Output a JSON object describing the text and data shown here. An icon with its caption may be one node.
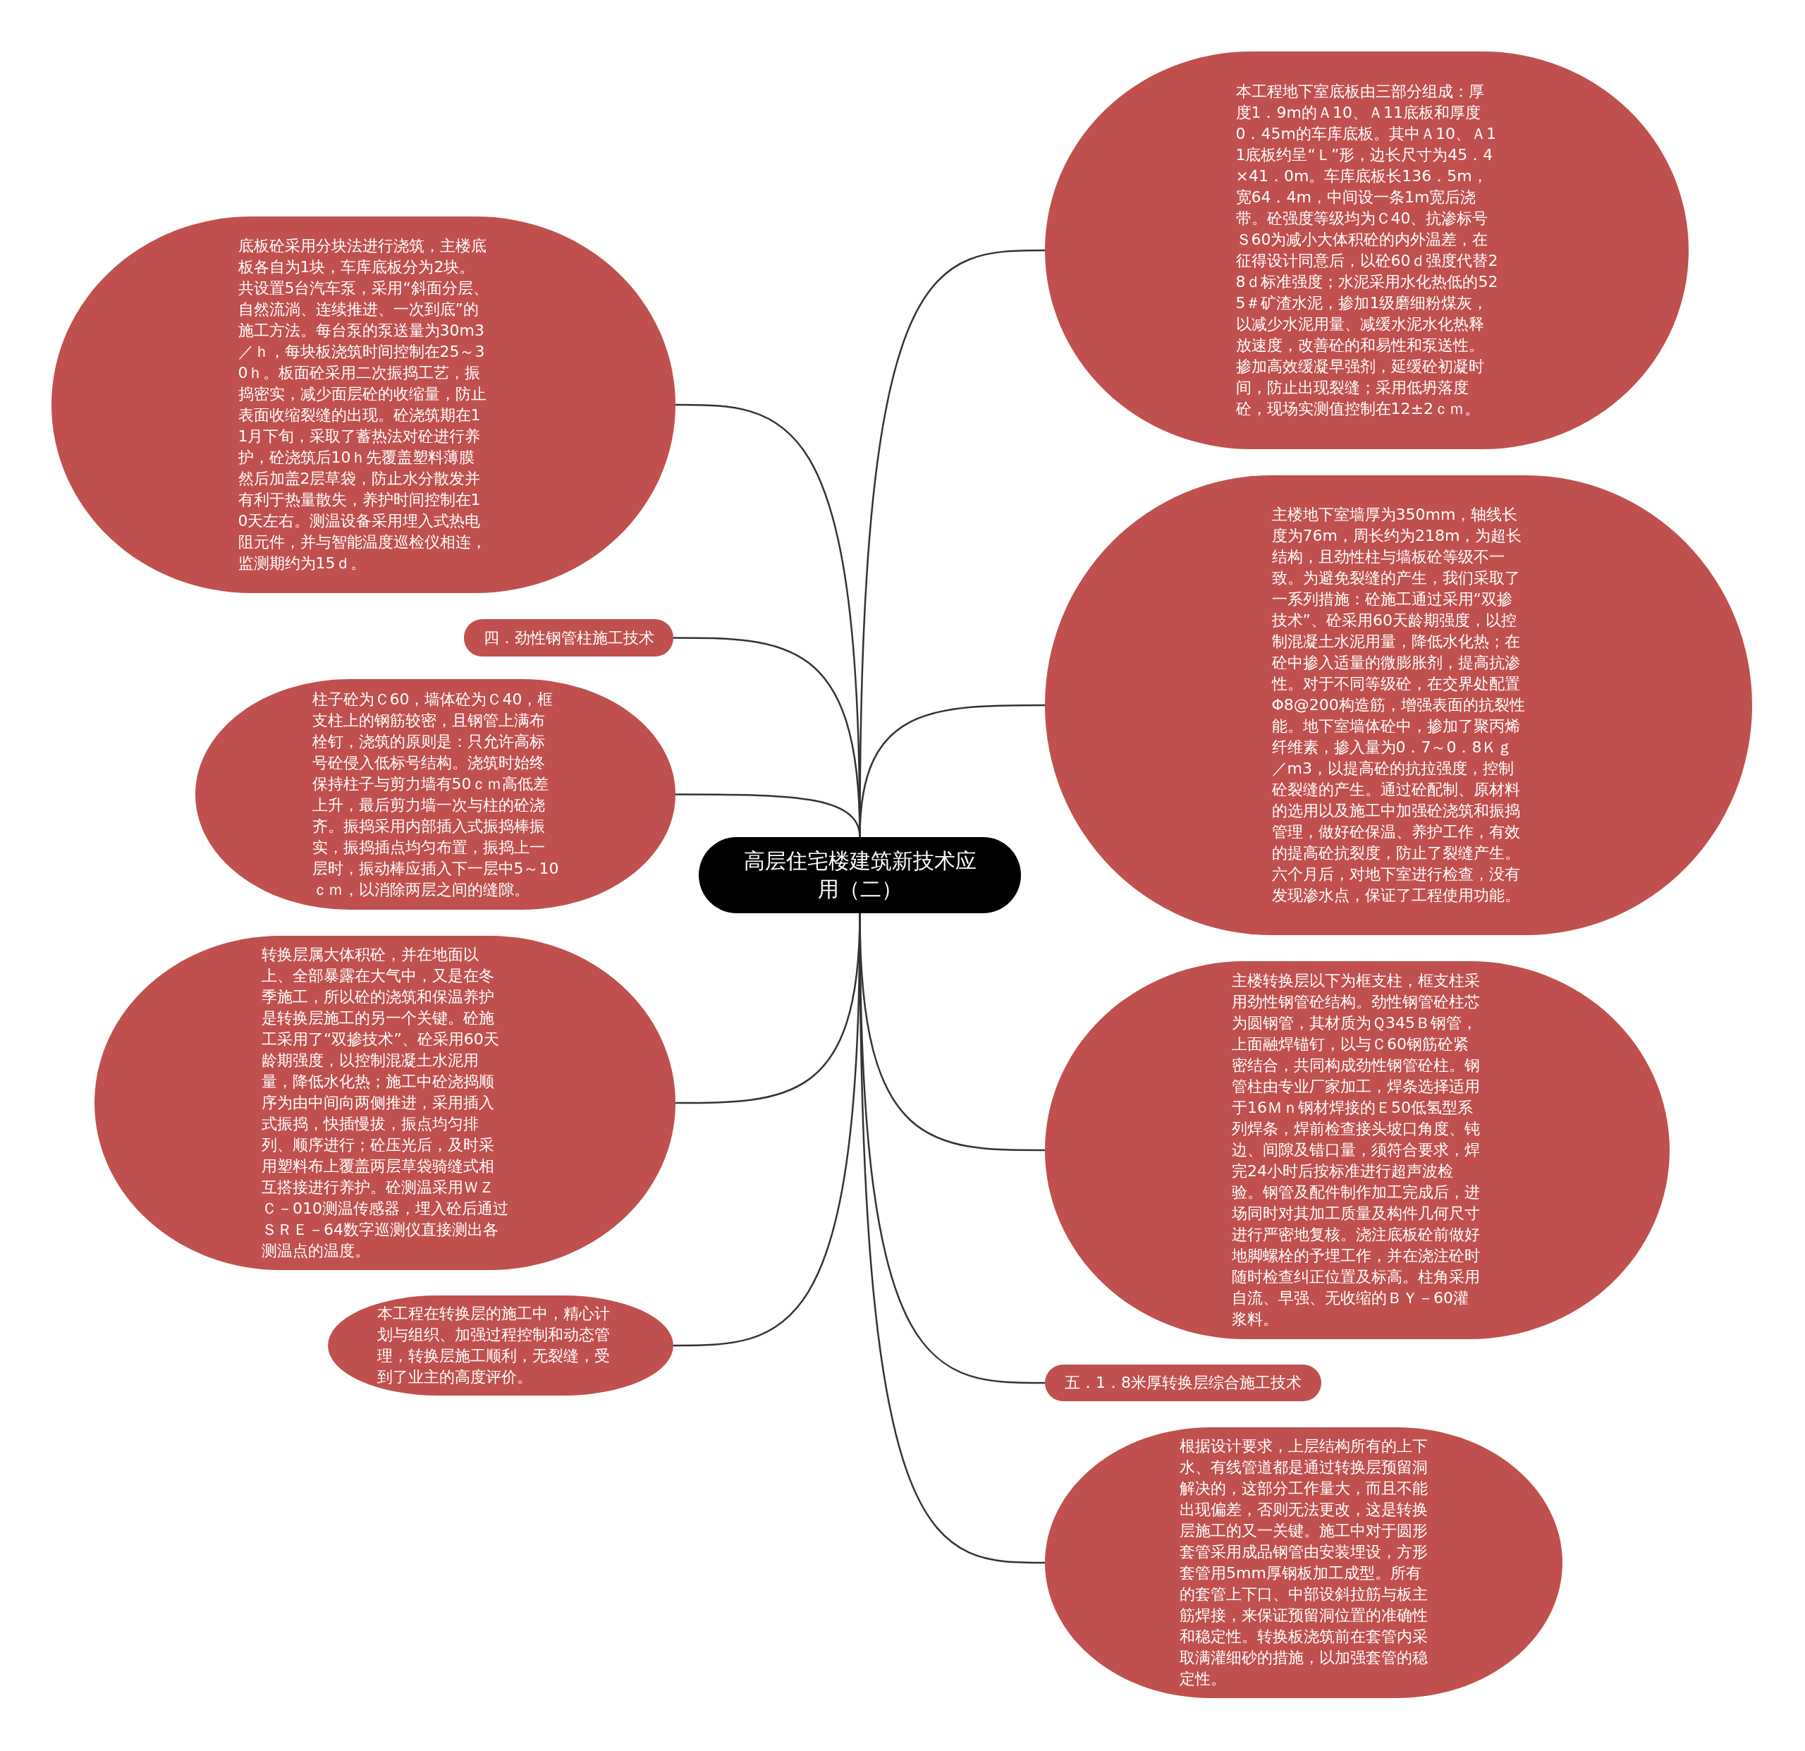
{
  "diagram": {
    "nodes": [
      {
        "text": [
          "高层住宅楼建筑新技术应用（二）"
        ]
      },
      {
        "text": [
          "底板砼采用分块法进行浇筑，主楼底板各自为1块，车库底板分为2块。共设置5台汽车泵，采用“斜面分层、自然流淌、连续推进、一次到底”的施工方法。每台泵的泵送量为30m3／ｈ，每块板浇筑时间控制在25～30ｈ。板面砼采用二次振捣工艺，振捣密实，减少面层砼的收缩量，防止表面收缩裂缝的出现。砼浇筑期在11月下旬，采取了蓄热法对砼进行养护，砼浇筑后10ｈ先覆盖塑料薄膜然后加盖2层草袋，防止水分散发并有利于热量散失，养护时间控制在10天左右。测温设备采用埋入式热电阻元件，并与智能温度巡检仪相连，监测期约为15ｄ。"
        ]
      },
      {
        "text": [
          "四．劲性钢管柱施工技术"
        ]
      },
      {
        "text": [
          "柱子砼为Ｃ60，墙体砼为Ｃ40，框支柱上的钢筋较密，且钢管上满布栓钉，浇筑的原则是：只允许高标号砼侵入低标号结构。浇筑时始终保持柱子与剪力墙有50ｃｍ高低差上升，最后剪力墙一次与柱的砼浇齐。振捣采用内部插入式振捣棒振实，振捣插点均匀布置，振捣上一层时，振动棒应插入下一层中5～10ｃｍ，以消除两层之间的缝隙。"
        ]
      },
      {
        "text": [
          "转换层属大体积砼，并在地面以上、全部暴露在大气中，又是在冬季施工，所以砼的浇筑和保温养护是转换层施工的另一个关键。砼施工采用了“双掺技术”、砼采用60天龄期强度，以控制混凝土水泥用量，降低水化热；施工中砼浇捣顺序为由中间向两侧推进，采用插入式振捣，快插慢拔，振点均匀排列、顺序进行；砼压光后，及时采用塑料布上覆盖两层草袋骑缝式相互搭接进行养护。砼测温采用ＷＺＣ－010测温传感器，埋入砼后通过ＳＲＥ－64数字巡测仪直接测出各测温点的温度。"
        ]
      },
      {
        "text": [
          "本工程在转换层的施工中，精心计划与组织、加强过程控制和动态管理，转换层施工顺利，无裂缝，受到了业主的高度评价。"
        ]
      },
      {
        "text": [
          "本工程地下室底板由三部分组成：厚度1．9m的Ａ10、Ａ11底板和厚度0．45m的车库底板。其中Ａ10、Ａ11底板约呈“Ｌ”形，边长尺寸为45．4×41．0m。车库底板长136．5m，宽64．4m，中间设一条1m宽后浇带。砼强度等级均为Ｃ40、抗渗标号Ｓ60为减小大体积砼的内外温差，在征得设计同意后，以砼60ｄ强度代替28ｄ标准强度；水泥采用水化热低的525＃矿渣水泥，掺加1级磨细粉煤灰，以减少水泥用量、减缓水泥水化热释放速度，改善砼的和易性和泵送性。掺加高效缓凝早强剂，延缓砼初凝时间，防止出现裂缝；采用低坍落度砼，现场实测值控制在12±2ｃｍ。"
        ]
      },
      {
        "text": [
          "主楼地下室墙厚为350mm，轴线长度为76m，周长约为218m，为超长结构，且劲性柱与墙板砼等级不一致。为避免裂缝的产生，我们采取了一系列措施：砼施工通过采用“双掺技术”、砼采用60天龄期强度，以控制混凝土水泥用量，降低水化热；在砼中掺入适量的微膨胀剂，提高抗渗性。对于不同等级砼，在交界处配置Φ8@200构造筋，增强表面的抗裂性能。地下室墙体砼中，掺加了聚丙烯纤维素，掺入量为0．7～0．8Ｋｇ／m3，以提高砼的抗拉强度，控制砼裂缝的产生。通过砼配制、原材料的选用以及施工中加强砼浇筑和振捣管理，做好砼保温、养护工作，有效的提高砼抗裂度，防止了裂缝产生。六个月后，对地下室进行检查，没有发现渗水点，保证了工程使用功能。"
        ]
      },
      {
        "text": [
          "主楼转换层以下为框支柱，框支柱采用劲性钢管砼结构。劲性钢管砼柱芯为圆钢管，其材质为Ｑ345Ｂ钢管，上面融焊锚钉，以与Ｃ60钢筋砼紧密结合，共同构成劲性钢管砼柱。钢管柱由专业厂家加工，焊条选择适用于16Ｍｎ钢材焊接的Ｅ50低氢型系列焊条，焊前检查接头坡口角度、钝边、间隙及错口量，须符合要求，焊完24小时后按标准进行超声波检验。钢管及配件制作加工完成后，进场同时对其加工质量及构件几何尺寸进行严密地复核。浇注底板砼前做好地脚螺栓的予埋工作，并在浇注砼时随时检查纠正位置及标高。柱角采用自流、早强、无收缩的ＢＹ－60灌浆料。"
        ]
      },
      {
        "text": [
          "五．1．8米厚转换层综合施工技术"
        ]
      },
      {
        "text": [
          "根据设计要求，上层结构所有的上下水、有线管道都是通过转换层预留洞解决的，这部分工作量大，而且不能出现偏差，否则无法更改，这是转换层施工的又一关键。施工中对于圆形套管采用成品钢管由安装埋设，方形套管用5mm厚钢板加工成型。所有的套管上下口、中部设斜拉筋与板主筋焊接，来保证预留洞位置的准确性和稳定性。转换板浇筑前在套管内采取满灌细砂的措施，以加强套管的稳定性。"
        ]
      }
    ],
    "edges": [
      {
        "from": 0,
        "to": 1,
        "arrow": "none"
      },
      {
        "from": 0,
        "to": 2,
        "arrow": "none"
      },
      {
        "from": 0,
        "to": 3,
        "arrow": "none"
      },
      {
        "from": 0,
        "to": 4,
        "arrow": "none"
      },
      {
        "from": 0,
        "to": 5,
        "arrow": "none"
      },
      {
        "from": 0,
        "to": 6,
        "arrow": "none"
      },
      {
        "from": 0,
        "to": 7,
        "arrow": "none"
      },
      {
        "from": 0,
        "to": 8,
        "arrow": "none"
      },
      {
        "from": 0,
        "to": 9,
        "arrow": "none"
      },
      {
        "from": 0,
        "to": 10,
        "arrow": "none"
      }
    ]
  }
}
